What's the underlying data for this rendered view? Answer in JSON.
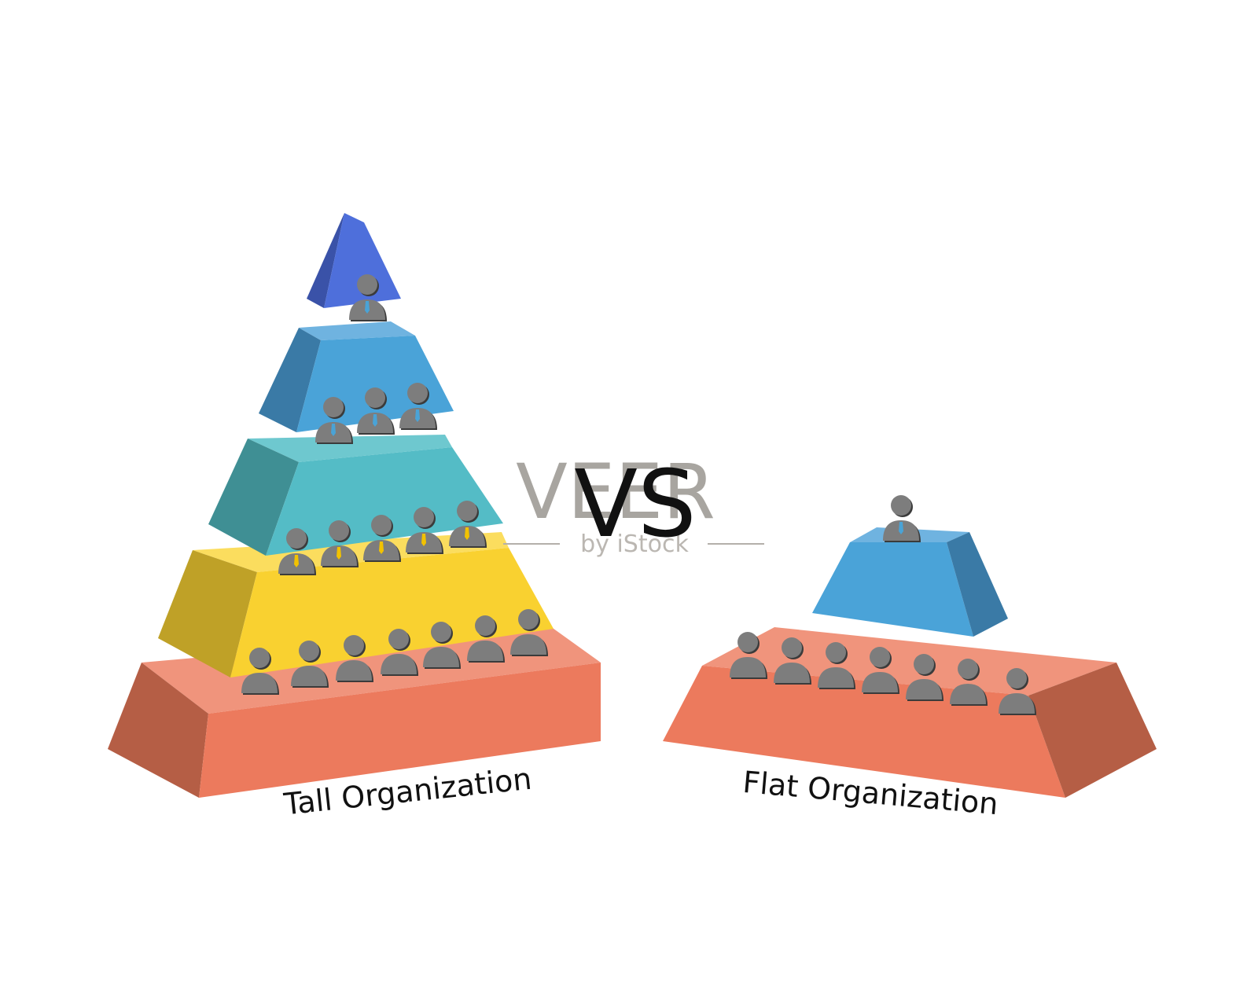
{
  "vs_text": "VS",
  "tall_label": "Tall Organization",
  "flat_label": "Flat Organization",
  "watermark": {
    "main": "VEER",
    "sub": "by iStock"
  },
  "colors": {
    "person": "#7d7d7d",
    "tie_blue": "#4aa3d6",
    "tie_yellow": "#f2c200",
    "apex": [
      "#3a52a8",
      "#4e6fdb"
    ],
    "blue_tier": [
      "#3a7aa6",
      "#4aa3d8",
      "#6fb3e0"
    ],
    "teal_tier": [
      "#3f8f94",
      "#54bcc6",
      "#6ec8cf"
    ],
    "yellow_tier": [
      "#bfa127",
      "#f9d130",
      "#fbdd5e"
    ],
    "salmon_tier": [
      "#b55e45",
      "#ec7a5d",
      "#f0947c"
    ]
  }
}
